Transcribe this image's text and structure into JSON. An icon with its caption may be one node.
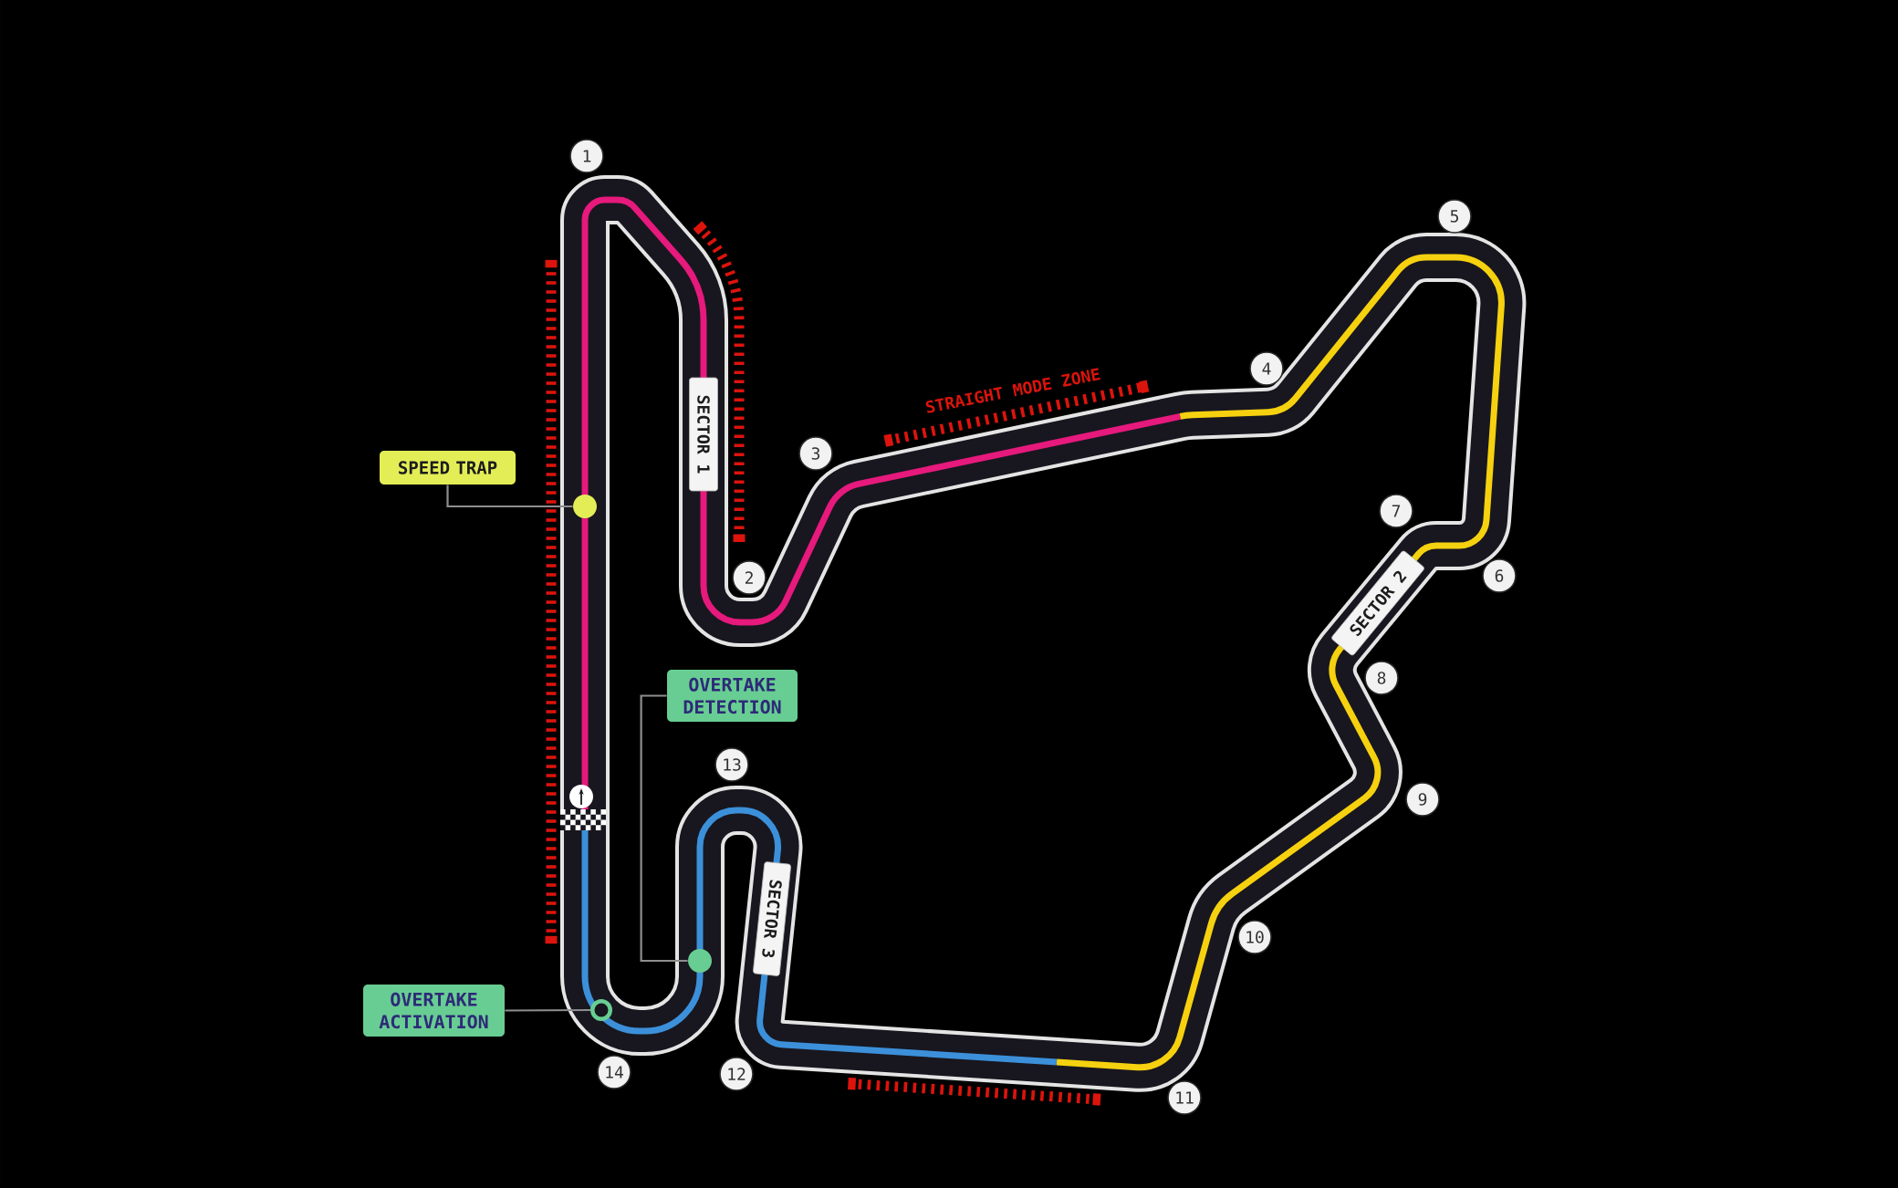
{
  "diagram": {
    "nodes": [
      {
        "text": [
          "SPEED TRAP"
        ]
      },
      {
        "text": [],
        "shape": "circle"
      },
      {
        "text": [
          "SECTOR 1"
        ]
      },
      {
        "text": [
          "SECTOR 2"
        ]
      },
      {
        "text": [
          "OVERTAKE DETECTION"
        ]
      },
      {
        "text": [],
        "shape": "circle"
      },
      {
        "text": [
          "SECTOR 3"
        ]
      },
      {
        "text": [
          "OVERTAKE ACTIVATION"
        ]
      },
      {
        "text": [],
        "shape": "circle"
      }
    ],
    "edges": [
      {
        "from": 0,
        "to": 1,
        "arrow": "none"
      },
      {
        "from": 4,
        "to": 5,
        "arrow": "none"
      },
      {
        "from": 7,
        "to": 8,
        "arrow": "none"
      }
    ],
    "labels": [
      "1",
      "2",
      "3",
      "4",
      "5",
      "6",
      "7",
      "8",
      "9",
      "10",
      "11",
      "12",
      "13",
      "14",
      "STRAIGHT MODE ZONE"
    ]
  }
}
